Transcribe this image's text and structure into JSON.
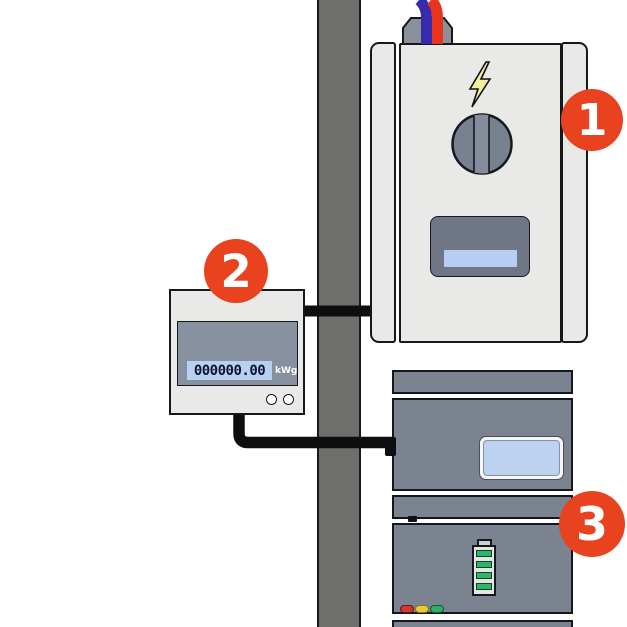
{
  "badges": {
    "one": "1",
    "two": "2",
    "three": "3"
  },
  "meter": {
    "reading": "000000.00",
    "unit_label": "kWg"
  },
  "icons": [
    "lightning-bolt-icon",
    "dial-knob",
    "cable-gland",
    "wire-blue",
    "wire-red",
    "battery-gauge-icon",
    "status-light-red",
    "status-light-yellow",
    "status-light-green"
  ],
  "colors": {
    "badge_red": "#e8431e",
    "unit_body_gray": "#e9eae7",
    "slate_panel": "#7b8290",
    "pole_gray": "#6e6f6d",
    "screen_blue": "#bdd2ef",
    "display_slate": "#6f7787",
    "cable_black": "#0c0e10",
    "wire_blue": "#372aad",
    "wire_red": "#e8341c",
    "bolt_yellow": "#f3eda1",
    "battery_green": "#2eb46c",
    "light_red": "#cf3a31",
    "light_yellow": "#e7ca3b",
    "light_green": "#2fb065"
  }
}
